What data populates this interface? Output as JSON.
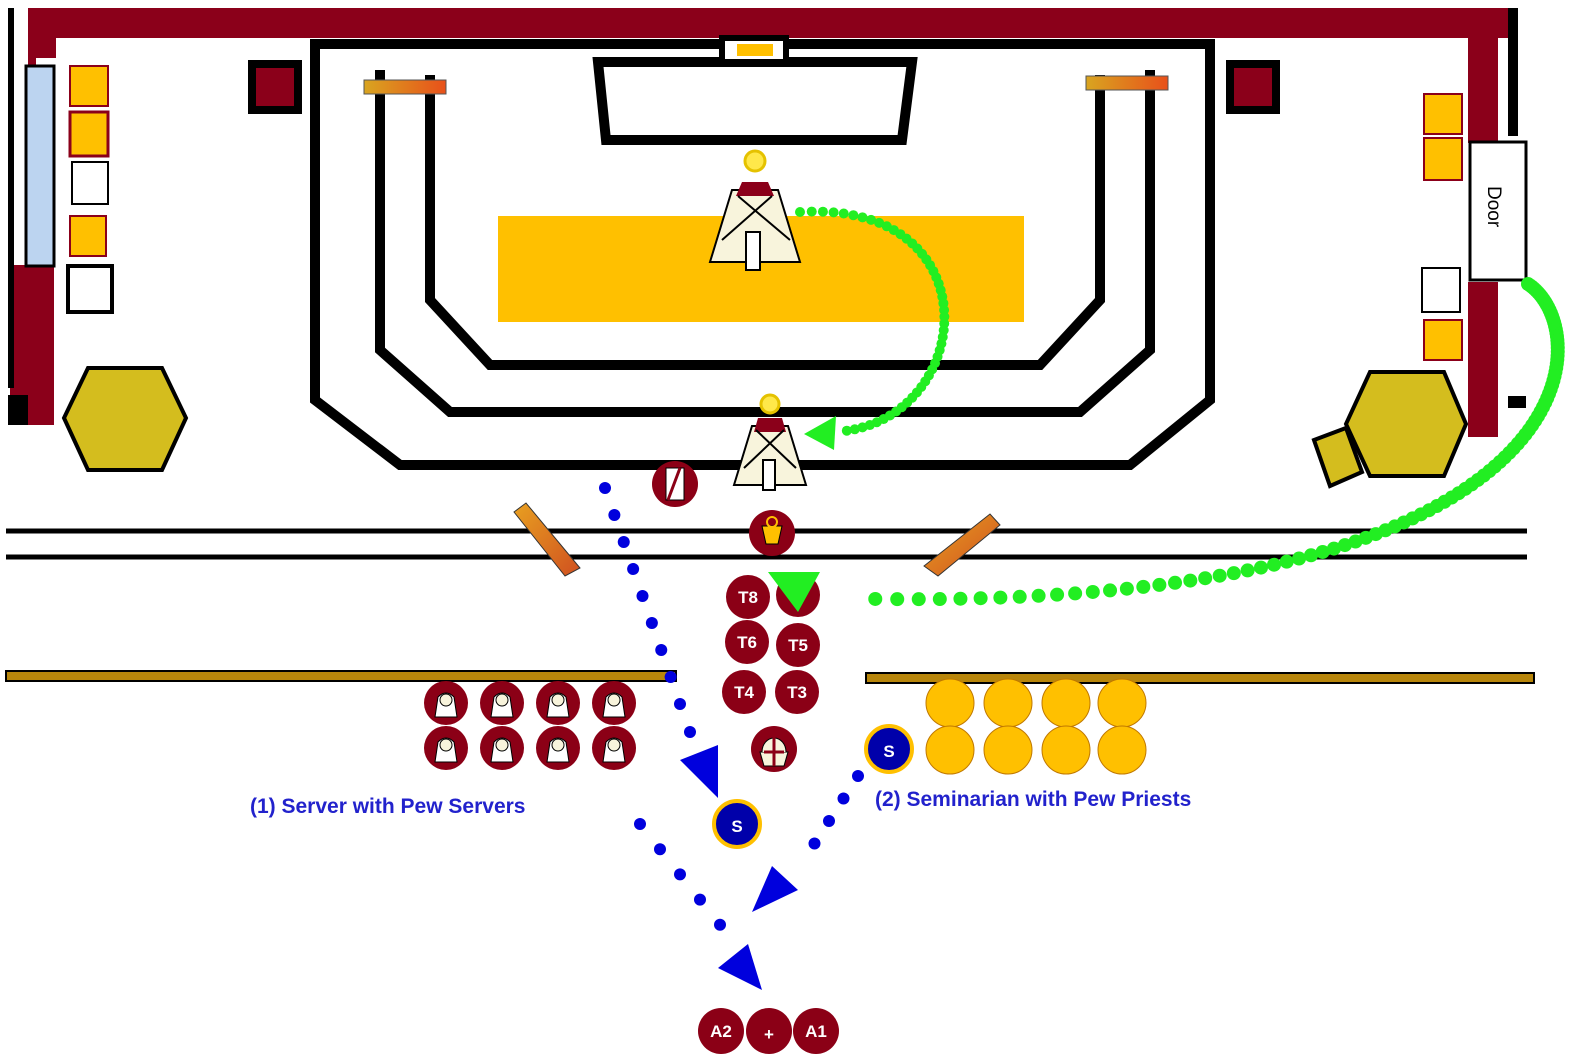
{
  "door_label": "Door",
  "captions": {
    "server": "(1) Server with Pew Servers",
    "seminarian": "(2) Seminarian with Pew Priests"
  },
  "torches": [
    "T8",
    "T7",
    "T6",
    "T5",
    "T4",
    "T3"
  ],
  "seminarian_token": "S",
  "server_token": "S",
  "acolytes": [
    "A2",
    "+",
    "A1"
  ],
  "colors": {
    "wall": "#8b001a",
    "altar": "#ffc000",
    "token": "#8b0016",
    "path_blue": "#0000dd",
    "path_green": "#22ee22",
    "table_gold": "#d4bd1e",
    "rail_gold": "#b8860b"
  }
}
